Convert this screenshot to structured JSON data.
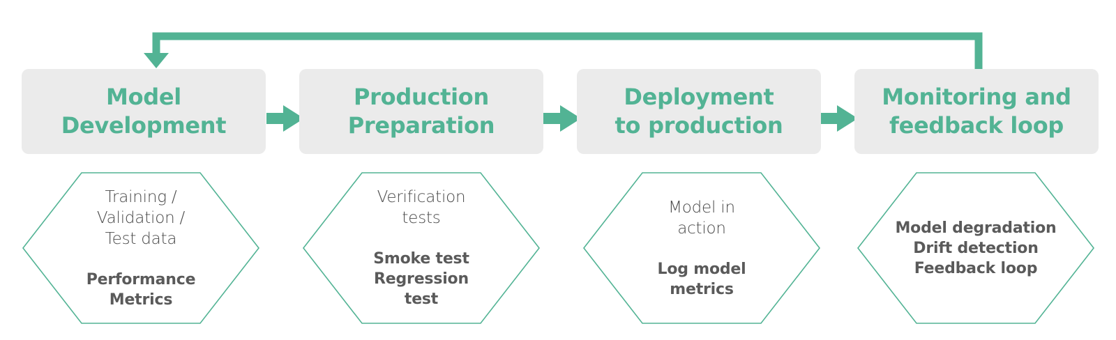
{
  "stages": [
    {
      "title": "Model\nDevelopment"
    },
    {
      "title": "Production\nPreparation"
    },
    {
      "title": "Deployment\nto production"
    },
    {
      "title": "Monitoring and\nfeedback loop"
    }
  ],
  "details": [
    {
      "note": "Training /\nValidation /\nTest data",
      "key": "Performance\nMetrics"
    },
    {
      "note": "Verification\ntests",
      "key": "Smoke test\nRegression\ntest"
    },
    {
      "note": "Model in\naction",
      "key": "Log model\nmetrics"
    },
    {
      "note": "",
      "key": "Model degradation\nDrift detection\nFeedback loop"
    }
  ],
  "colors": {
    "accent": "#52b394",
    "box_fill": "#ebebeb",
    "key_text": "#5a5a5a",
    "note_text": "#4a4a4a"
  }
}
